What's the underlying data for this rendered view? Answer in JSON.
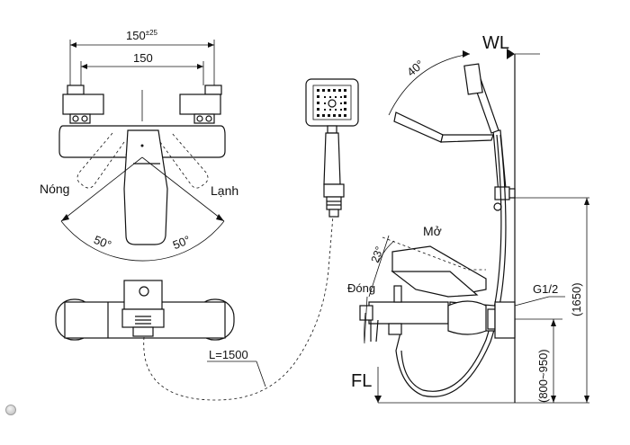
{
  "labels": {
    "dim_150_tol_base": "150",
    "dim_150_tol_sup": "±25",
    "dim_150": "150",
    "hot": "Nóng",
    "cold": "Lạnh",
    "angle_left": "50°",
    "angle_right": "50°",
    "hose_length": "L=1500",
    "wl": "WL",
    "angle_40": "40°",
    "open": "Mở",
    "angle_23": "23°",
    "close": "Đóng",
    "g12": "G1/2",
    "h1650": "(1650)",
    "h800_950": "(800~950)",
    "fl": "FL"
  }
}
